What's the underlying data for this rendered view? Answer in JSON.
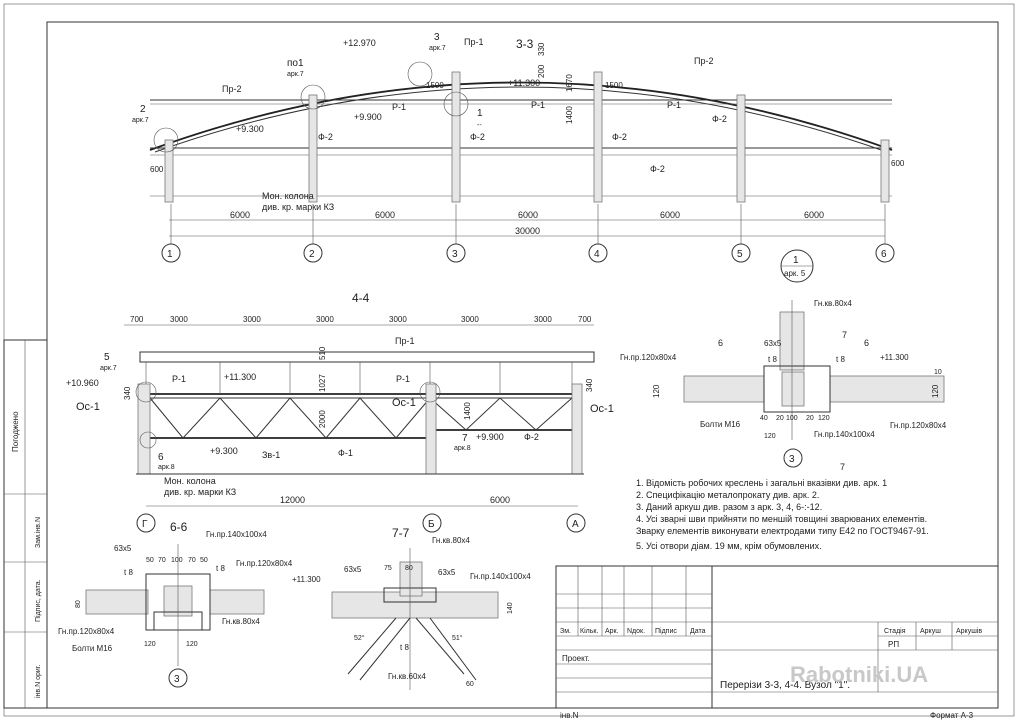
{
  "section_33": {
    "title": "3-3",
    "labels": [
      "+12.970",
      "Пр-1",
      "Пр-2",
      "Пр-2",
      "Р-1",
      "Р-1",
      "Р-1",
      "+9.900",
      "+11.300",
      "+9.300",
      "Ф-2",
      "Ф-2",
      "Ф-2",
      "Ф-2",
      "Ф-2",
      "1500",
      "1500",
      "1670",
      "1400",
      "330",
      "200",
      "600",
      "600"
    ],
    "callouts": [
      {
        "num": "по1",
        "ref": "арк.7"
      },
      {
        "num": "3",
        "ref": "арк.7"
      },
      {
        "num": "2",
        "ref": "арк.7"
      },
      {
        "num": "1",
        "ref": "--"
      }
    ],
    "column_note": [
      "Мон. колона",
      "див. кр. марки КЗ"
    ],
    "spans": [
      "6000",
      "6000",
      "6000",
      "6000",
      "6000"
    ],
    "total": "30000",
    "axes": [
      "1",
      "2",
      "3",
      "4",
      "5",
      "6"
    ],
    "node_ref": {
      "num": "1",
      "ref": "арк. 5"
    }
  },
  "section_44": {
    "title": "4-4",
    "spans": [
      "700",
      "3000",
      "3000",
      "3000",
      "3000",
      "3000",
      "3000",
      "700"
    ],
    "labels": [
      "Пр-1",
      "Р-1",
      "Р-1",
      "+11.300",
      "+10.960",
      "+9.300",
      "+9.900",
      "Зв-1",
      "Ф-1",
      "Ф-2",
      "Ос-1",
      "Ос-1",
      "Ос-1",
      "510",
      "1027",
      "2000",
      "1400",
      "340",
      "340"
    ],
    "callouts": [
      {
        "num": "5",
        "ref": "арк.7"
      },
      {
        "num": "6",
        "ref": "арк.8"
      },
      {
        "num": "7",
        "ref": "арк.8"
      }
    ],
    "column_note": [
      "Мон. колона",
      "див. кр. марки КЗ"
    ],
    "bottom_spans": [
      "12000",
      "6000"
    ],
    "axes": [
      "Г",
      "Б",
      "А"
    ]
  },
  "node_1": {
    "labels": [
      "Гн.кв.80х4",
      "Гн.пр.120х80х4",
      "Гн.пр.120х80х4",
      "Гн.пр.140х100х4",
      "Болти М16",
      "+11.300",
      "t 8",
      "t 8",
      "63х5"
    ],
    "dims": [
      "120",
      "120",
      "40",
      "20",
      "100",
      "20",
      "120",
      "120",
      "10"
    ],
    "cuts": [
      "6",
      "6",
      "7",
      "7"
    ],
    "axis": "3"
  },
  "section_66": {
    "title": "6-6",
    "labels": [
      "63х5",
      "t 8",
      "t 8",
      "Гн.пр.140х100х4",
      "Гн.пр.120х80х4",
      "Гн.пр.120х80х4",
      "Гн.кв.80х4",
      "Болти М16"
    ],
    "dims": [
      "50",
      "70",
      "100",
      "70",
      "50",
      "80",
      "120",
      "120"
    ],
    "axis": "3"
  },
  "section_77": {
    "title": "7-7",
    "labels": [
      "+11.300",
      "63х5",
      "63х5",
      "Гн.кв.80х4",
      "Гн.пр.140х100х4",
      "Гн.кв.60х4",
      "t 8"
    ],
    "dims": [
      "75",
      "80",
      "140",
      "52°",
      "51°",
      "60"
    ]
  },
  "notes": [
    "1. Відомість робочих креслень і загальні вказівки див. арк. 1",
    "2. Специфікацію металопрокату див. арк. 2.",
    "3. Даний аркуш  див. разом з арк. 3, 4, 6-:-12.",
    "4. Усі зварні шви прийняти по меншій товщині зварюваних елементів.",
    "    Зварку елементів виконувати електродами типу Е42 по ГОСТ9467-91.",
    "5. Усі отвори діам. 19 мм, крім обумовлених."
  ],
  "side_stamp": {
    "approval": "Погоджено",
    "cells": [
      "Зам.інв.N",
      "Підпис, дата.",
      "інв.N ориг."
    ]
  },
  "title_block": {
    "headers": [
      "Зм.",
      "Кільк.",
      "Арк.",
      "Nдок.",
      "Підпис",
      "Дата"
    ],
    "project": "Проект.",
    "stage_headers": [
      "Стадія",
      "Аркуш",
      "Аркушів"
    ],
    "stage": "РП",
    "sheet_title": "Перерізи 3-3, 4-4. Вузол \"1\".",
    "format": "Формат А-3"
  },
  "watermark": "Rabotniki.UA",
  "sheet_ref": "інв.N"
}
